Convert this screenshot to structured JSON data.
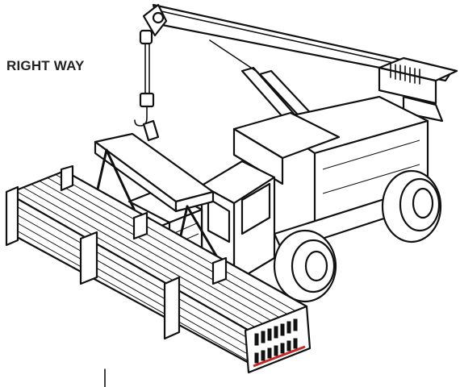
{
  "diagram": {
    "caption": "RIGHT WAY"
  },
  "colors": {
    "line": "#111111",
    "fill": "#ffffff",
    "pipe_end_accent": "#c62828"
  },
  "icons": [
    "crane-truck",
    "spreader-bar",
    "hook",
    "slings",
    "pipe-bundle"
  ]
}
